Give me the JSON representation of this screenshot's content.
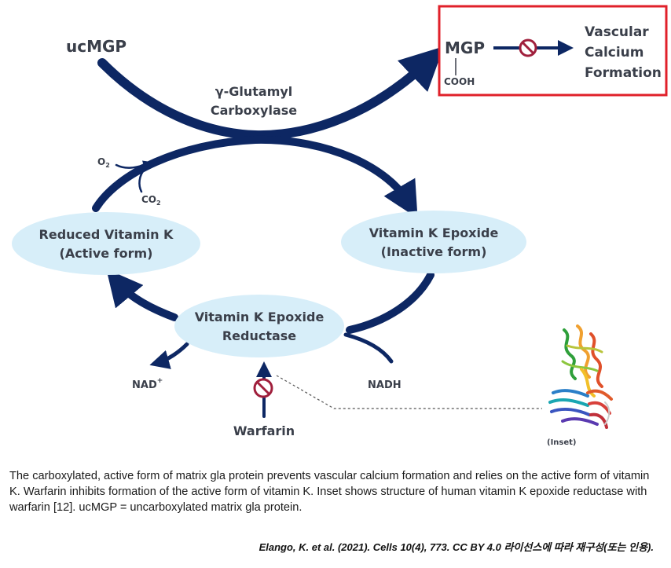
{
  "diagram": {
    "ucmgp": "ucMGP",
    "enzyme_line1": "γ-Glutamyl",
    "enzyme_line2": "Carboxylase",
    "o2": "O",
    "o2_sub": "2",
    "co2": "CO",
    "co2_sub": "2",
    "reduced_line1": "Reduced Vitamin K",
    "reduced_line2": "(Active form)",
    "epoxide_line1": "Vitamin K Epoxide",
    "epoxide_line2": "(Inactive form)",
    "vker_line1": "Vitamin K Epoxide",
    "vker_line2": "Reductase",
    "nad": "NAD",
    "nad_sup": "+",
    "nadh": "NADH",
    "warfarin": "Warfarin",
    "inset": "(Inset)"
  },
  "inset_box": {
    "mgp": "MGP",
    "cooh": "COOH",
    "vascular_line1": "Vascular",
    "vascular_line2": "Calcium",
    "vascular_line3": "Formation"
  },
  "colors": {
    "arrow": "#0d2763",
    "ellipse": "#d7eef9",
    "inhibit": "#a01f3c",
    "highlight_box": "#e0202a"
  },
  "caption": "The carboxylated, active form of matrix gla protein prevents vascular calcium formation and relies on the active form of vitamin K. Warfarin inhibits formation of the active form of vitamin K. Inset shows structure of human vitamin K epoxide reductase with warfarin [12]. ucMGP = uncarboxylated matrix gla protein.",
  "citation": "Elango, K. et al. (2021). Cells 10(4), 773. CC BY 4.0 라이선스에 따라 재구성(또는 인용)."
}
